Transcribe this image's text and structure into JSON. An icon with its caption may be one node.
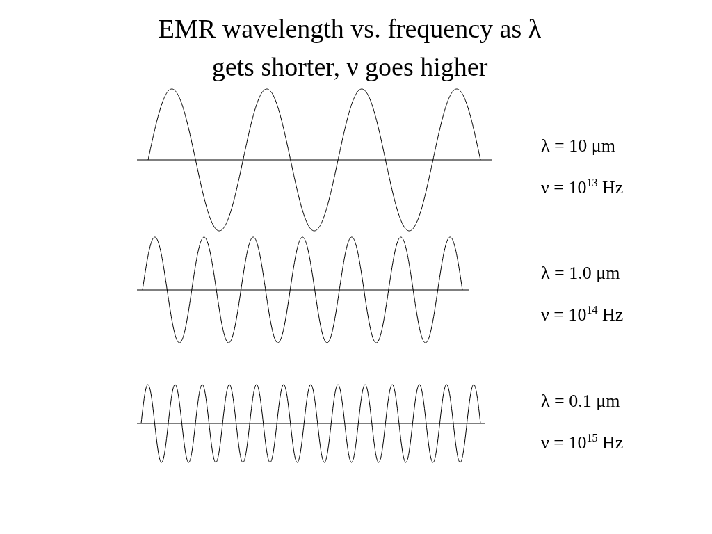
{
  "diagram": {
    "title": "EMR wavelength vs. frequency as λ gets shorter, ν goes higher",
    "labels": [
      "λ = 10 μm",
      "ν = 10$^{13}$ Hz",
      "λ = 1.0 μm",
      "ν = 10$^{14}$ Hz",
      "λ = 0.1 μm",
      "ν = 10$^{15}$ Hz"
    ]
  }
}
